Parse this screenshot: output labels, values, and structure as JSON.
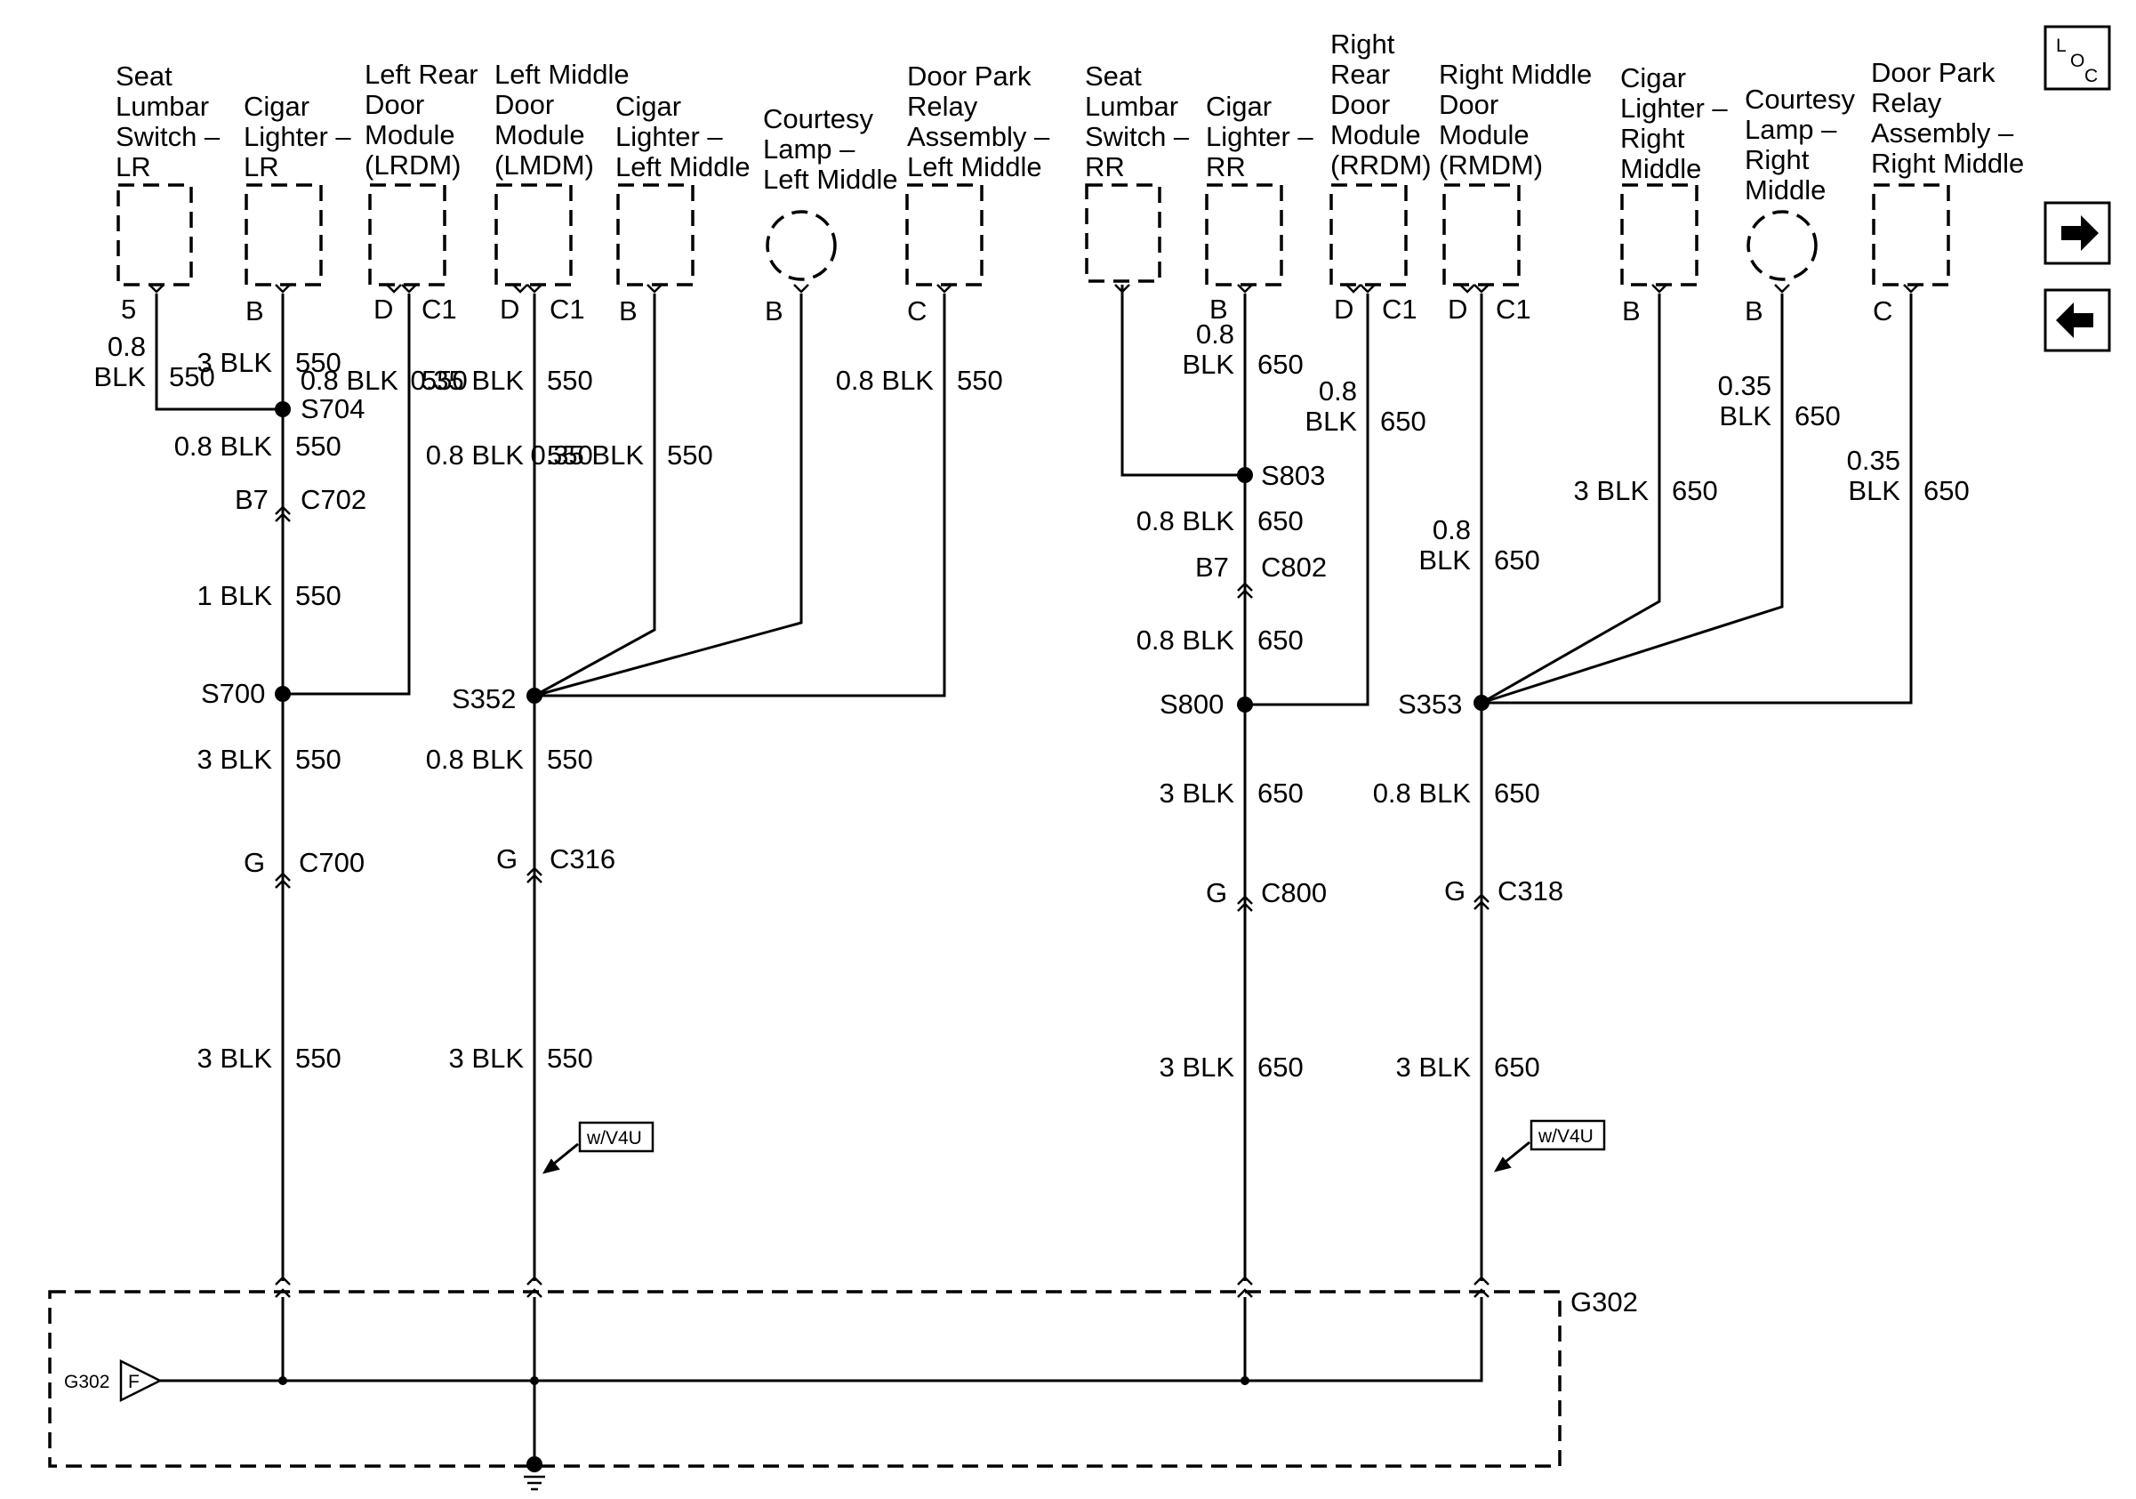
{
  "loc_label": {
    "l": "L",
    "o": "O",
    "c": "C"
  },
  "components": [
    {
      "name": "Seat\nLumbar\nSwitch –\nLR",
      "shape": "rect"
    },
    {
      "name": "Cigar\nLighter –\nLR",
      "shape": "rect"
    },
    {
      "name": "Left Rear\nDoor\nModule\n(LRDM)",
      "shape": "rect"
    },
    {
      "name": "Left Middle\nDoor\nModule\n(LMDM)",
      "shape": "rect"
    },
    {
      "name": "Cigar\nLighter –\nLeft Middle",
      "shape": "rect"
    },
    {
      "name": "Courtesy\nLamp –\nLeft Middle",
      "shape": "circle"
    },
    {
      "name": "Door Park\nRelay\nAssembly –\nLeft Middle",
      "shape": "rect"
    },
    {
      "name": "Seat\nLumbar\nSwitch –\nRR",
      "shape": "rect"
    },
    {
      "name": "Cigar\nLighter –\nRR",
      "shape": "rect"
    },
    {
      "name": "Right\nRear\nDoor\nModule\n(RRDM)",
      "shape": "rect"
    },
    {
      "name": "Right Middle\nDoor\nModule\n(RMDM)",
      "shape": "rect"
    },
    {
      "name": "Cigar\nLighter –\nRight\nMiddle",
      "shape": "rect"
    },
    {
      "name": "Courtesy\nLamp –\nRight\nMiddle",
      "shape": "circle"
    },
    {
      "name": "Door Park\nRelay\nAssembly –\nRight Middle",
      "shape": "rect"
    }
  ],
  "pins": [
    "5",
    "B",
    "D",
    "C1",
    "D",
    "C1",
    "B",
    "B",
    "C",
    "B",
    "D",
    "C1",
    "D",
    "C1",
    "B",
    "B",
    "C"
  ],
  "wires": [
    {
      "size": "0.8\nBLK",
      "circuit": "550"
    },
    {
      "size": "3 BLK",
      "circuit": "550"
    },
    {
      "size": "0.8 BLK",
      "circuit": "550"
    },
    {
      "size": "0.8 BLK",
      "circuit": "550"
    },
    {
      "size": "0.35 BLK",
      "circuit": "550"
    },
    {
      "size": "0.8 BLK",
      "circuit": "550"
    },
    {
      "size": "0.35 BLK",
      "circuit": "550"
    },
    {
      "size": "0.8 BLK",
      "circuit": "550"
    },
    {
      "size": "1 BLK",
      "circuit": "550"
    },
    {
      "size": "3 BLK",
      "circuit": "550"
    },
    {
      "size": "0.8 BLK",
      "circuit": "550"
    },
    {
      "size": "3 BLK",
      "circuit": "550"
    },
    {
      "size": "3 BLK",
      "circuit": "550"
    },
    {
      "size": "0.8\nBLK",
      "circuit": "650"
    },
    {
      "size": "0.8\nBLK",
      "circuit": "650"
    },
    {
      "size": "0.35\nBLK",
      "circuit": "650"
    },
    {
      "size": "3 BLK",
      "circuit": "650"
    },
    {
      "size": "0.35\nBLK",
      "circuit": "650"
    },
    {
      "size": "0.8 BLK",
      "circuit": "650"
    },
    {
      "size": "0.8\nBLK",
      "circuit": "650"
    },
    {
      "size": "0.8 BLK",
      "circuit": "650"
    },
    {
      "size": "3 BLK",
      "circuit": "650"
    },
    {
      "size": "0.8 BLK",
      "circuit": "650"
    },
    {
      "size": "3 BLK",
      "circuit": "650"
    },
    {
      "size": "3 BLK",
      "circuit": "650"
    }
  ],
  "splices": [
    "S704",
    "S700",
    "S352",
    "S803",
    "S800",
    "S353"
  ],
  "connectors": [
    {
      "pin": "B7",
      "name": "C702"
    },
    {
      "pin": "G",
      "name": "C700"
    },
    {
      "pin": "G",
      "name": "C316"
    },
    {
      "pin": "B7",
      "name": "C802"
    },
    {
      "pin": "G",
      "name": "C800"
    },
    {
      "pin": "G",
      "name": "C318"
    }
  ],
  "options": [
    "w/V4U",
    "w/V4U"
  ],
  "ground": {
    "name": "G302",
    "tag": "G302",
    "letter": "F"
  }
}
